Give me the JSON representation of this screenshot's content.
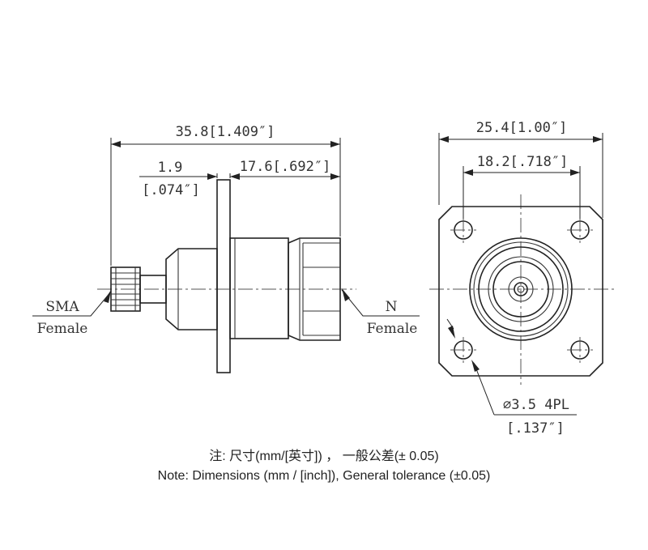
{
  "side_view": {
    "overall_length": "35.8[1.409″]",
    "flange_thickness": "1.9",
    "flange_thickness_inch": "[.074″]",
    "n_side_length": "17.6[.692″]",
    "left_port_line1": "SMA",
    "left_port_line2": "Female",
    "right_port_line1": "N",
    "right_port_line2": "Female"
  },
  "front_view": {
    "flange_width": "25.4[1.00″]",
    "hole_spacing": "18.2[.718″]",
    "hole_diameter": "⌀3.5 4PL",
    "hole_diameter_inch": "[.137″]"
  },
  "notes": {
    "chinese": "注: 尺寸(mm/[英寸]) ， 一般公差(± 0.05)",
    "english": "Note: Dimensions (mm / [inch]), General tolerance (±0.05)"
  }
}
